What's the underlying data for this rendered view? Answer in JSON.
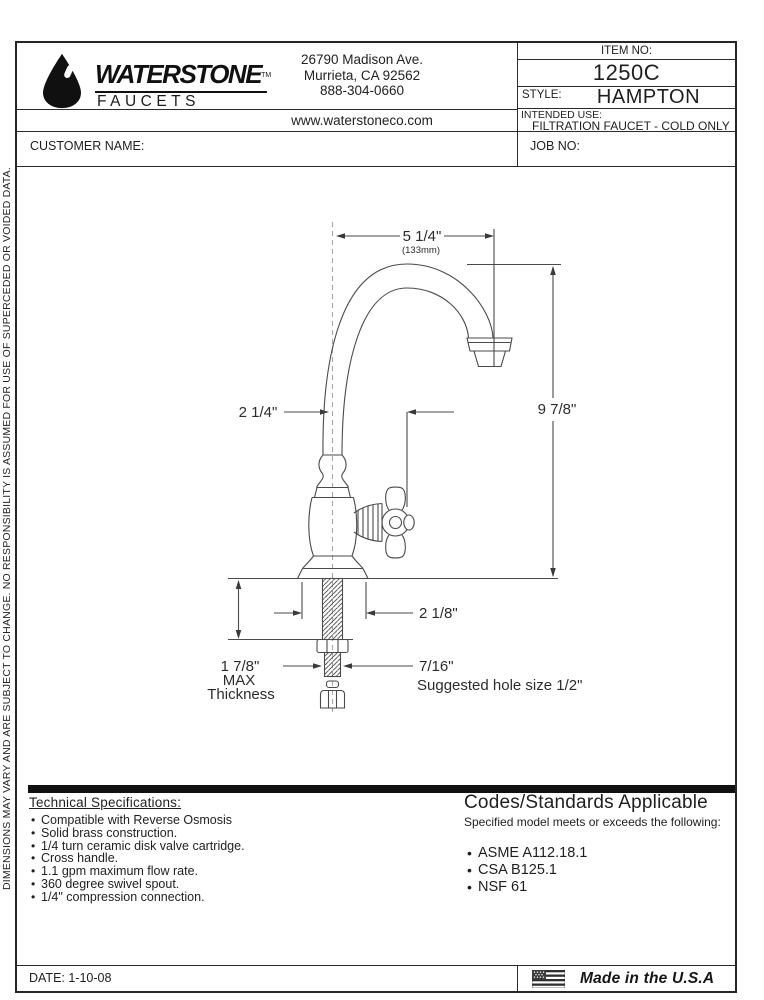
{
  "page": {
    "disclaimer_vertical": "DIMENSIONS MAY VARY AND ARE SUBJECT TO CHANGE.  NO RESPONSIBILITY IS ASSUMED FOR USE OF SUPERCEDED OR VOIDED DATA."
  },
  "header": {
    "brand_name": "WATERSTONE",
    "brand_tm": "TM",
    "brand_sub": "FAUCETS",
    "address_line1": "26790 Madison Ave.",
    "address_line2": "Murrieta, CA 92562",
    "phone": "888-304-0660",
    "website": "www.waterstoneco.com",
    "item_no_label": "ITEM NO:",
    "item_no": "1250C",
    "style_label": "STYLE:",
    "style_value": "HAMPTON",
    "intended_use_label": "INTENDED USE:",
    "intended_use_value": "FILTRATION FAUCET - COLD ONLY",
    "customer_name_label": "CUSTOMER NAME:",
    "job_no_label": "JOB NO:"
  },
  "diagram": {
    "dim_top": "5 1/4\"",
    "dim_top_metric": "(133mm)",
    "dim_height": "9 7/8\"",
    "dim_spout_offset": "2 1/4\"",
    "dim_base": "2 1/8\"",
    "dim_thickness_line1": "1 7/8\"",
    "dim_thickness_line2": "MAX",
    "dim_thickness_line3": "Thickness",
    "dim_shank": "7/16\"",
    "hole_note": "Suggested hole size 1/2\""
  },
  "specs": {
    "title": "Technical Specifications:",
    "items": [
      "Compatible with Reverse Osmosis",
      "Solid brass construction.",
      "1/4 turn ceramic disk valve cartridge.",
      "Cross handle.",
      "1.1 gpm maximum flow rate.",
      "360 degree swivel spout.",
      "1/4\" compression connection."
    ]
  },
  "codes": {
    "title": "Codes/Standards Applicable",
    "subtitle": "Specified model meets or exceeds the following:",
    "items": [
      "ASME A112.18.1",
      "CSA B125.1",
      "NSF 61"
    ]
  },
  "footer": {
    "date_label": "DATE: 1-10-08",
    "made_in": "Made in the U.S.A"
  },
  "colors": {
    "ink": "#1f1f1f",
    "drawing_line": "#4a4a4a",
    "bar": "#111111"
  }
}
